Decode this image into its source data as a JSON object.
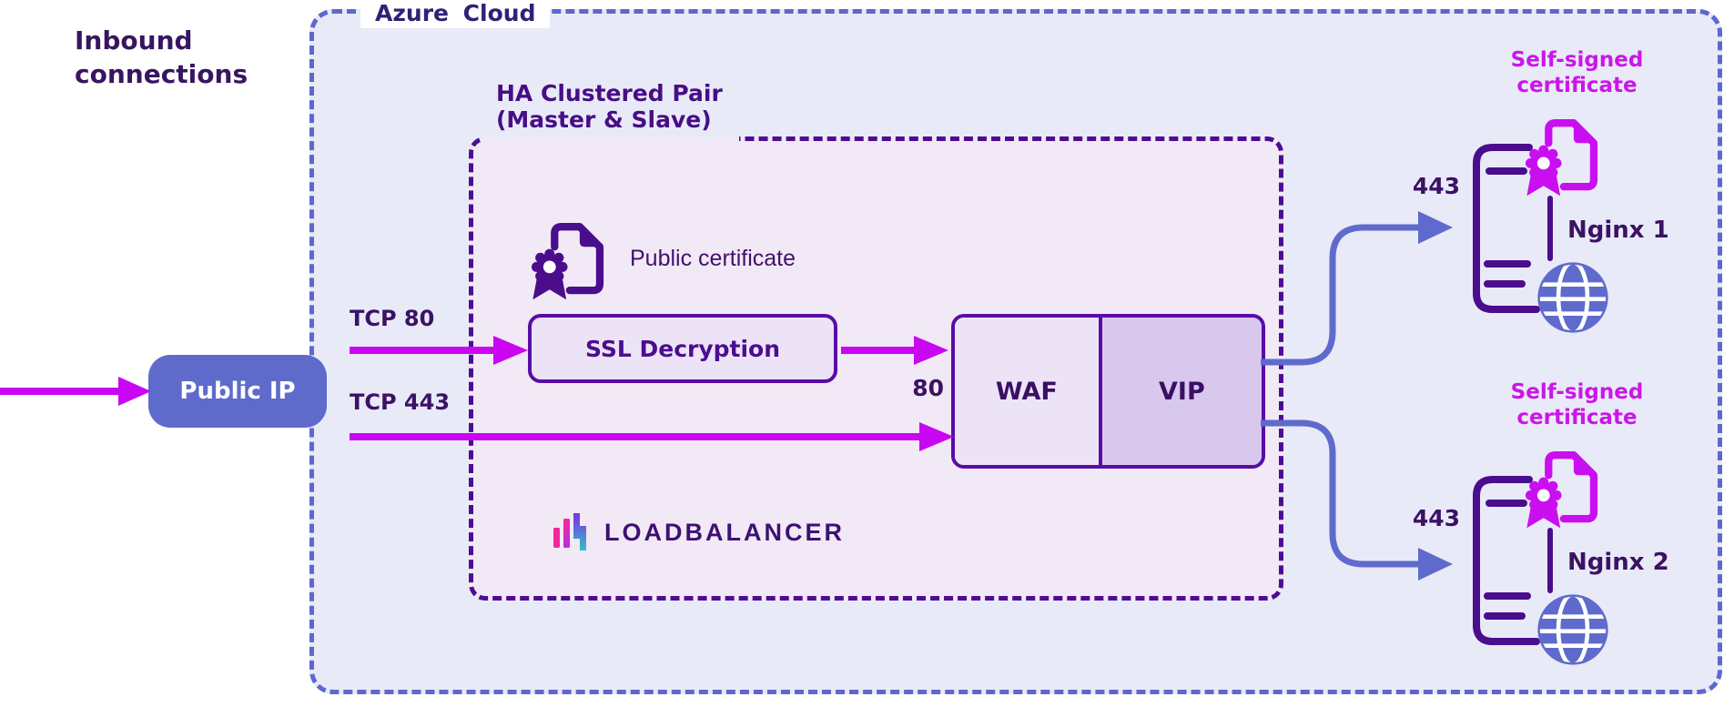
{
  "title": "Inbound connections",
  "azure_cloud": {
    "label": "Azure Cloud"
  },
  "ha_cluster": {
    "label_line1": "HA Clustered Pair",
    "label_line2": "(Master & Slave)"
  },
  "nodes": {
    "public_ip": {
      "label": "Public IP"
    },
    "ssl_decryption": {
      "label": "SSL Decryption"
    },
    "waf": {
      "label": "WAF"
    },
    "vip": {
      "label": "VIP"
    },
    "public_certificate": {
      "label": "Public certificate"
    },
    "nginx1": {
      "name": "Nginx 1",
      "certificate": "Self-signed certificate",
      "port": "443"
    },
    "nginx2": {
      "name": "Nginx 2",
      "certificate": "Self-signed certificate",
      "port": "443"
    }
  },
  "edges": {
    "inbound_tcp80": {
      "label": "TCP 80"
    },
    "inbound_tcp443": {
      "label": "TCP 443"
    },
    "waf_in_port": {
      "label": "80"
    }
  },
  "logo": {
    "text": "LOADBALANCER"
  },
  "icons": {
    "certificate": "certificate-icon",
    "server": "server-icon",
    "globe": "globe-icon",
    "logo_mark": "bar-chart-logo-icon",
    "arrows": "arrow-icon"
  },
  "colors": {
    "magenta": "#C905F2",
    "dark_purple_text": "#3B1264",
    "violet_border": "#5A0CA5",
    "azure_border": "#5C68CD",
    "blue": "#5F6BCC",
    "azure_fill": "#E9EAF8",
    "ha_fill": "#F2E9F6",
    "box_fill": "#ECE4F6",
    "vip_fill": "#D8C8EE",
    "self_signed": "#CB16E8",
    "logo_text": "#3D1173"
  }
}
